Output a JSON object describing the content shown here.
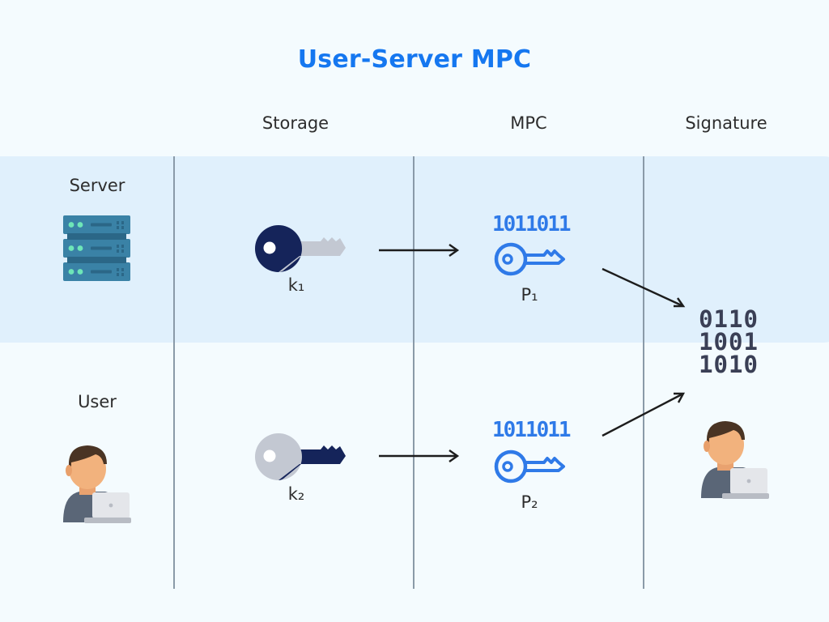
{
  "title": "User-Server MPC",
  "columns": {
    "storage": "Storage",
    "mpc": "MPC",
    "signature": "Signature"
  },
  "rows": {
    "server": "Server",
    "user": "User"
  },
  "keys": {
    "server_key": "k₁",
    "user_key": "k₂",
    "server_mpc": "P₁",
    "user_mpc": "P₂"
  },
  "binary": {
    "mpc_top": "1011011",
    "mpc_bottom": "1011011",
    "signature_lines": [
      "0110",
      "1001",
      "1010"
    ]
  },
  "colors": {
    "title": "#1577f0",
    "server_band": "#e0f0fc",
    "mpc_icon": "#2f7ae8",
    "dark_key": "#15245a",
    "light_key": "#c3c8d2",
    "binary_dark": "#3a3f55"
  }
}
